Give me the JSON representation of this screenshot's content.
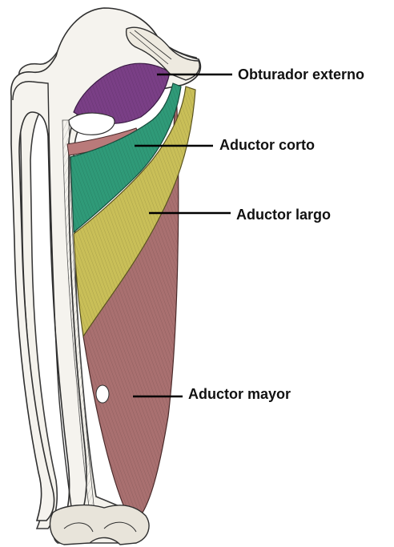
{
  "labels": {
    "obturador_externo": "Obturador externo",
    "aductor_corto": "Aductor corto",
    "aductor_largo": "Aductor largo",
    "aductor_mayor": "Aductor mayor"
  },
  "colors": {
    "obturador_externo": "#7a3f86",
    "aductor_corto": "#2f9a78",
    "aductor_largo": "#c9bf58",
    "aductor_mayor": "#a97070",
    "bone": "#f4f2ec",
    "leader_line": "#000000"
  }
}
